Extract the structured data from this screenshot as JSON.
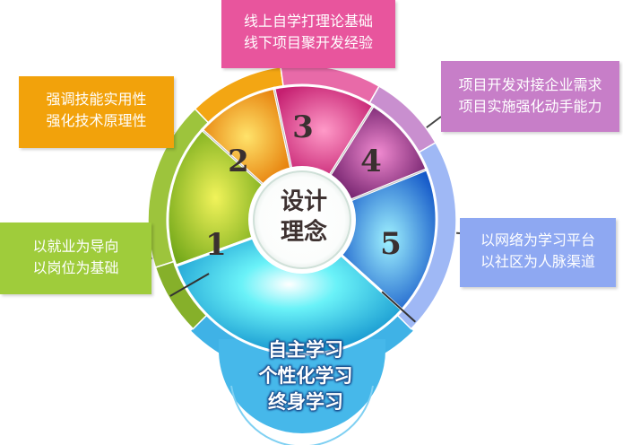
{
  "center": {
    "line1": "设计",
    "line2": "理念"
  },
  "segments": [
    {
      "number": "1",
      "color": "#a4cf34"
    },
    {
      "number": "2",
      "color": "#f4a10c"
    },
    {
      "number": "3",
      "color": "#e6509a"
    },
    {
      "number": "4",
      "color": "#b24aa0"
    },
    {
      "number": "5",
      "color": "#2f7de0"
    }
  ],
  "callouts": {
    "top": {
      "line1": "线上自学打理论基础",
      "line2": "线下项目聚开发经验"
    },
    "left1": {
      "line1": "强调技能实用性",
      "line2": "强化技术原理性"
    },
    "right1": {
      "line1": "项目开发对接企业需求",
      "line2": "项目实施强化动手能力"
    },
    "left2": {
      "line1": "以就业为导向",
      "line2": "以岗位为基础"
    },
    "right2": {
      "line1": "以网络为学习平台",
      "line2": "以社区为人脉渠道"
    }
  },
  "bottom": {
    "line1": "自主学习",
    "line2": "个性化学习",
    "line3": "终身学习"
  },
  "colors": {
    "bottom_blue": "#3fb2e6",
    "outer_ring_blue": "#9fb8f5"
  }
}
